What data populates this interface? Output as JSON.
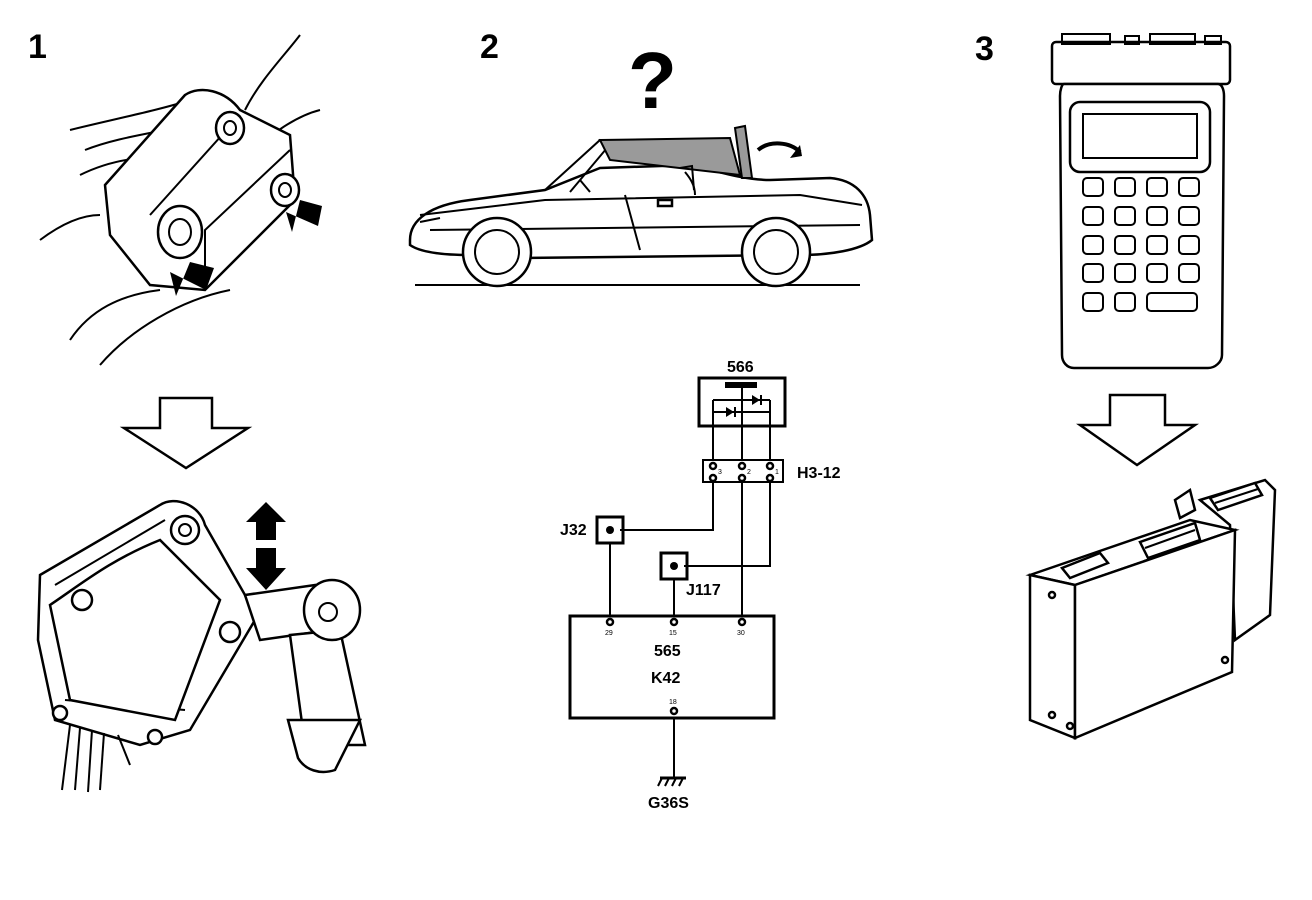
{
  "steps": {
    "one": "1",
    "two": "2",
    "three": "3"
  },
  "question_mark": "?",
  "schematic": {
    "relay": "566",
    "connector": "H3-12",
    "connector_pins": [
      "3",
      "2",
      "1"
    ],
    "jumper_a": "J32",
    "jumper_b": "J117",
    "module_code": "565",
    "module_name": "K42",
    "module_pins_top": [
      "29",
      "15",
      "30"
    ],
    "module_pin_bottom": "18",
    "ground": "G36S"
  },
  "icons": {
    "sensor_hand": "hand-pressing-sensor-icon",
    "sensor_lever": "top-position-sensor-icon",
    "car": "convertible-car-icon",
    "tester": "diagnostic-tester-icon",
    "control_module": "control-module-icon",
    "arrow": "down-arrow-icon"
  }
}
